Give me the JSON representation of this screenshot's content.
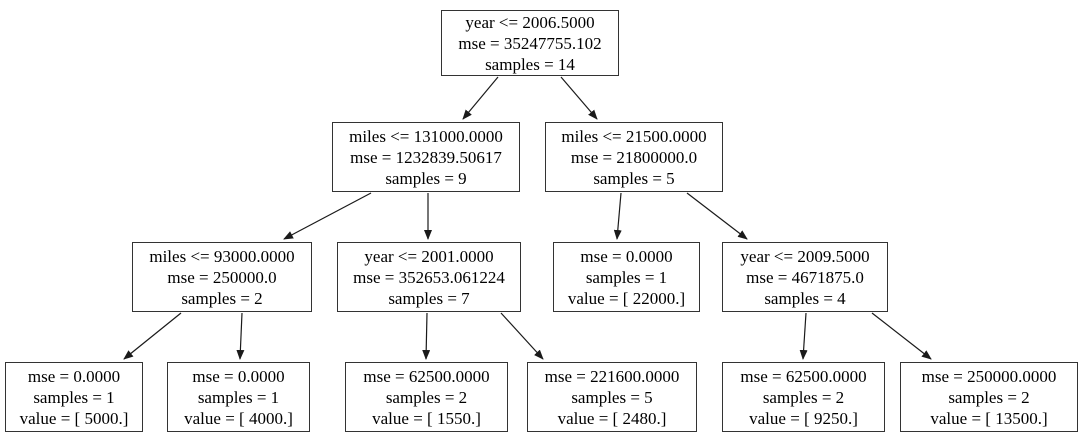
{
  "diagram": {
    "type": "decision-tree-regression",
    "background_color": "#ffffff",
    "node_border_color": "#333333",
    "text_color": "#000000",
    "nodes": {
      "root": {
        "lines": [
          "year <= 2006.5000",
          "mse = 35247755.102",
          "samples = 14"
        ]
      },
      "l": {
        "lines": [
          "miles <= 131000.0000",
          "mse = 1232839.50617",
          "samples = 9"
        ]
      },
      "r": {
        "lines": [
          "miles <= 21500.0000",
          "mse = 21800000.0",
          "samples = 5"
        ]
      },
      "ll": {
        "lines": [
          "miles <= 93000.0000",
          "mse = 250000.0",
          "samples = 2"
        ]
      },
      "lr": {
        "lines": [
          "year <= 2001.0000",
          "mse = 352653.061224",
          "samples = 7"
        ]
      },
      "rl": {
        "lines": [
          "mse = 0.0000",
          "samples = 1",
          "value = [ 22000.]"
        ]
      },
      "rr": {
        "lines": [
          "year <= 2009.5000",
          "mse = 4671875.0",
          "samples = 4"
        ]
      },
      "lll": {
        "lines": [
          "mse = 0.0000",
          "samples = 1",
          "value = [ 5000.]"
        ]
      },
      "llr": {
        "lines": [
          "mse = 0.0000",
          "samples = 1",
          "value = [ 4000.]"
        ]
      },
      "lrl": {
        "lines": [
          "mse = 62500.0000",
          "samples = 2",
          "value = [ 1550.]"
        ]
      },
      "lrr": {
        "lines": [
          "mse = 221600.0000",
          "samples = 5",
          "value = [ 2480.]"
        ]
      },
      "rrl": {
        "lines": [
          "mse = 62500.0000",
          "samples = 2",
          "value = [ 9250.]"
        ]
      },
      "rrr": {
        "lines": [
          "mse = 250000.0000",
          "samples = 2",
          "value = [ 13500.]"
        ]
      }
    },
    "edges": [
      {
        "from": "root",
        "to": "l"
      },
      {
        "from": "root",
        "to": "r"
      },
      {
        "from": "l",
        "to": "ll"
      },
      {
        "from": "l",
        "to": "lr"
      },
      {
        "from": "r",
        "to": "rl"
      },
      {
        "from": "r",
        "to": "rr"
      },
      {
        "from": "ll",
        "to": "lll"
      },
      {
        "from": "ll",
        "to": "llr"
      },
      {
        "from": "lr",
        "to": "lrl"
      },
      {
        "from": "lr",
        "to": "lrr"
      },
      {
        "from": "rr",
        "to": "rrl"
      },
      {
        "from": "rr",
        "to": "rrr"
      }
    ]
  }
}
